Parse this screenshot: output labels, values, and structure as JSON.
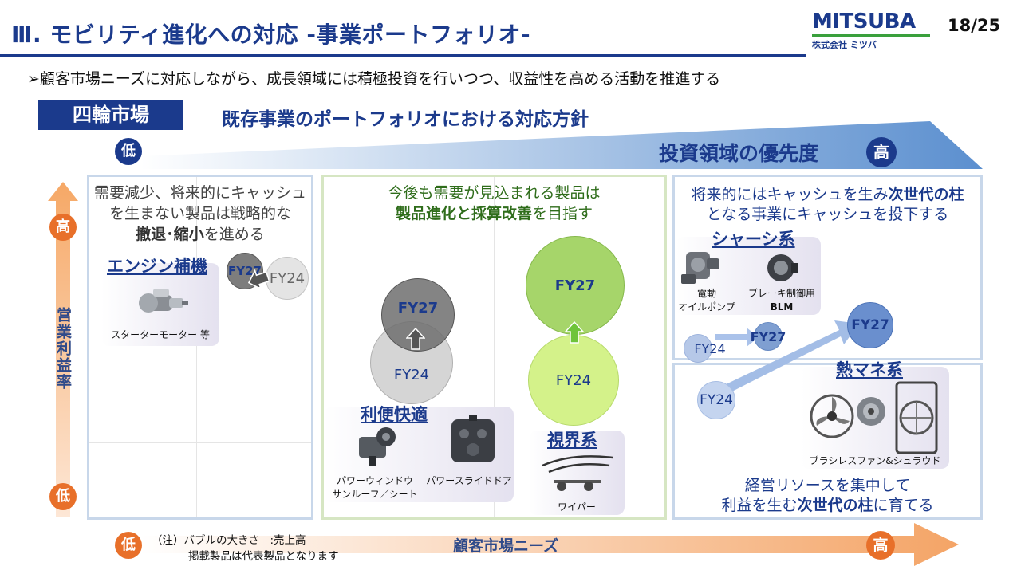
{
  "header": {
    "title": "Ⅲ. モビリティ進化への対応 -事業ポートフォリオ-",
    "page_number": "18/25",
    "logo_text": "MITSUBA",
    "logo_sub": "株式会社 ミツバ"
  },
  "bullet_text": "顧客市場ニーズに対応しながら、成長領域には積極投資を行いつつ、収益性を高める活動を推進する",
  "market_tag": "四輪市場",
  "policy_title": "既存事業のポートフォリオにおける対応方針",
  "priority": {
    "low": "低",
    "label": "投資領域の優先度",
    "high": "高"
  },
  "y_axis": {
    "high": "高",
    "label": "営業利益率",
    "low": "低"
  },
  "x_axis": {
    "low": "低",
    "label": "顧客市場ニーズ",
    "high": "高"
  },
  "notes": {
    "line1": "（注）バブルの大きさ　:売上高",
    "line2": "掲載製品は代表製品となります"
  },
  "left_panel": {
    "text_line1": "需要減少、将来的にキャッシュ",
    "text_line2": "を生まない製品は戦略的な",
    "text_line3_a": "撤退",
    "text_line3_b": "･",
    "text_line3_c": "縮小",
    "text_line3_d": "を進める",
    "category": "エンジン補機",
    "product": "スターターモーター 等",
    "bubble_from": "FY24",
    "bubble_to": "FY27"
  },
  "middle_panel": {
    "text_line1": "今後も需要が見込まれる製品は",
    "text_line2_a": "製品進化と採算改善",
    "text_line2_b": "を目指す",
    "comfort": {
      "category": "利便快適",
      "product1_line1": "パワーウィンドウ",
      "product1_line2": "サンルーフ／シート",
      "product2": "パワースライドドア",
      "bubble_from": "FY24",
      "bubble_to": "FY27"
    },
    "vision": {
      "category": "視界系",
      "product": "ワイパー",
      "bubble_from": "FY24",
      "bubble_to": "FY27"
    }
  },
  "right_panel": {
    "text_line1_a": "将来的にはキャッシュを生み",
    "text_line1_b": "次世代の柱",
    "text_line2": "となる事業にキャッシュを投下する",
    "chassis": {
      "category": "シャーシ系",
      "product1_line1": "電動",
      "product1_line2": "オイルポンプ",
      "product2_line1": "ブレーキ制御用",
      "product2_line2": "BLM",
      "bubble_from": "FY24",
      "bubble_to": "FY27"
    },
    "thermal": {
      "category": "熱マネ系",
      "product": "ブラシレスファン&シュラウド",
      "bubble_from": "FY24",
      "bubble_to": "FY27"
    },
    "bottom_line1": "経営リソースを集中して",
    "bottom_line2_a": "利益を生む",
    "bottom_line2_b": "次世代の柱",
    "bottom_line2_c": "に育てる"
  },
  "colors": {
    "navy": "#1b3a8c",
    "orange": "#e8702a",
    "green": "#3aa03c",
    "lime": "#d4f28a",
    "light_green": "#a6d56a",
    "gray": "#9a9a9a",
    "steel_blue": "#7f9fd1"
  },
  "icons": [
    "starter-motor-icon",
    "power-window-motor-icon",
    "power-slide-door-icon",
    "wiper-icon",
    "oil-pump-icon",
    "brake-blm-icon",
    "fan-icon",
    "shroud-icon",
    "arrow-up-icon",
    "arrow-left-icon",
    "arrow-diagonal-icon"
  ]
}
